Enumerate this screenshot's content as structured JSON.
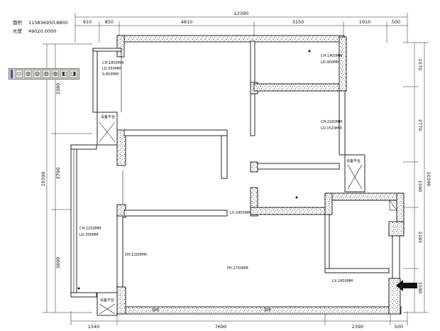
{
  "info": {
    "area_label": "面积",
    "area_value": "115836950.8800",
    "length_label": "长度",
    "length_value": "49020.0000"
  },
  "dims": {
    "top_total": "12390",
    "top_segments": [
      "910",
      "850",
      "4810",
      "3150",
      "1910",
      "500"
    ],
    "bottom_segments": [
      "1540",
      "7690",
      "2390",
      "500"
    ],
    "left_total": "10390",
    "left_segments": [
      "3380",
      "2790",
      "3890"
    ],
    "right_total": "10390",
    "right_segments": [
      "1570",
      "2770",
      "1590",
      "2185",
      "1590"
    ]
  },
  "rooms": {
    "room_a": [
      "CH:1800MM",
      "LD:550MM",
      "S:850MM"
    ],
    "room_b": [
      "CH:1400MM",
      "LD:900MM"
    ],
    "room_c": [
      "CH:2200MM",
      "LD:1520MM"
    ],
    "room_d": [
      "CH:2250MM",
      "LD:300MM"
    ],
    "lx_mid": "LX:2450MM",
    "dh": "DH:2200MM",
    "main": "FH:2750MM",
    "lx_right": "LX:2450MM",
    "platform_labels": [
      "设备平台",
      "设备平台",
      "设备平台"
    ],
    "outlet_labels": [
      "强电",
      "弱电"
    ]
  },
  "toolbar": {
    "icons": [
      "rect-tool-icon",
      "sphere-tool-icon",
      "sphere-tool-icon",
      "sphere-tool-icon",
      "sphere-tool-icon",
      "cube-tool-icon",
      "cube-tool-icon"
    ]
  }
}
